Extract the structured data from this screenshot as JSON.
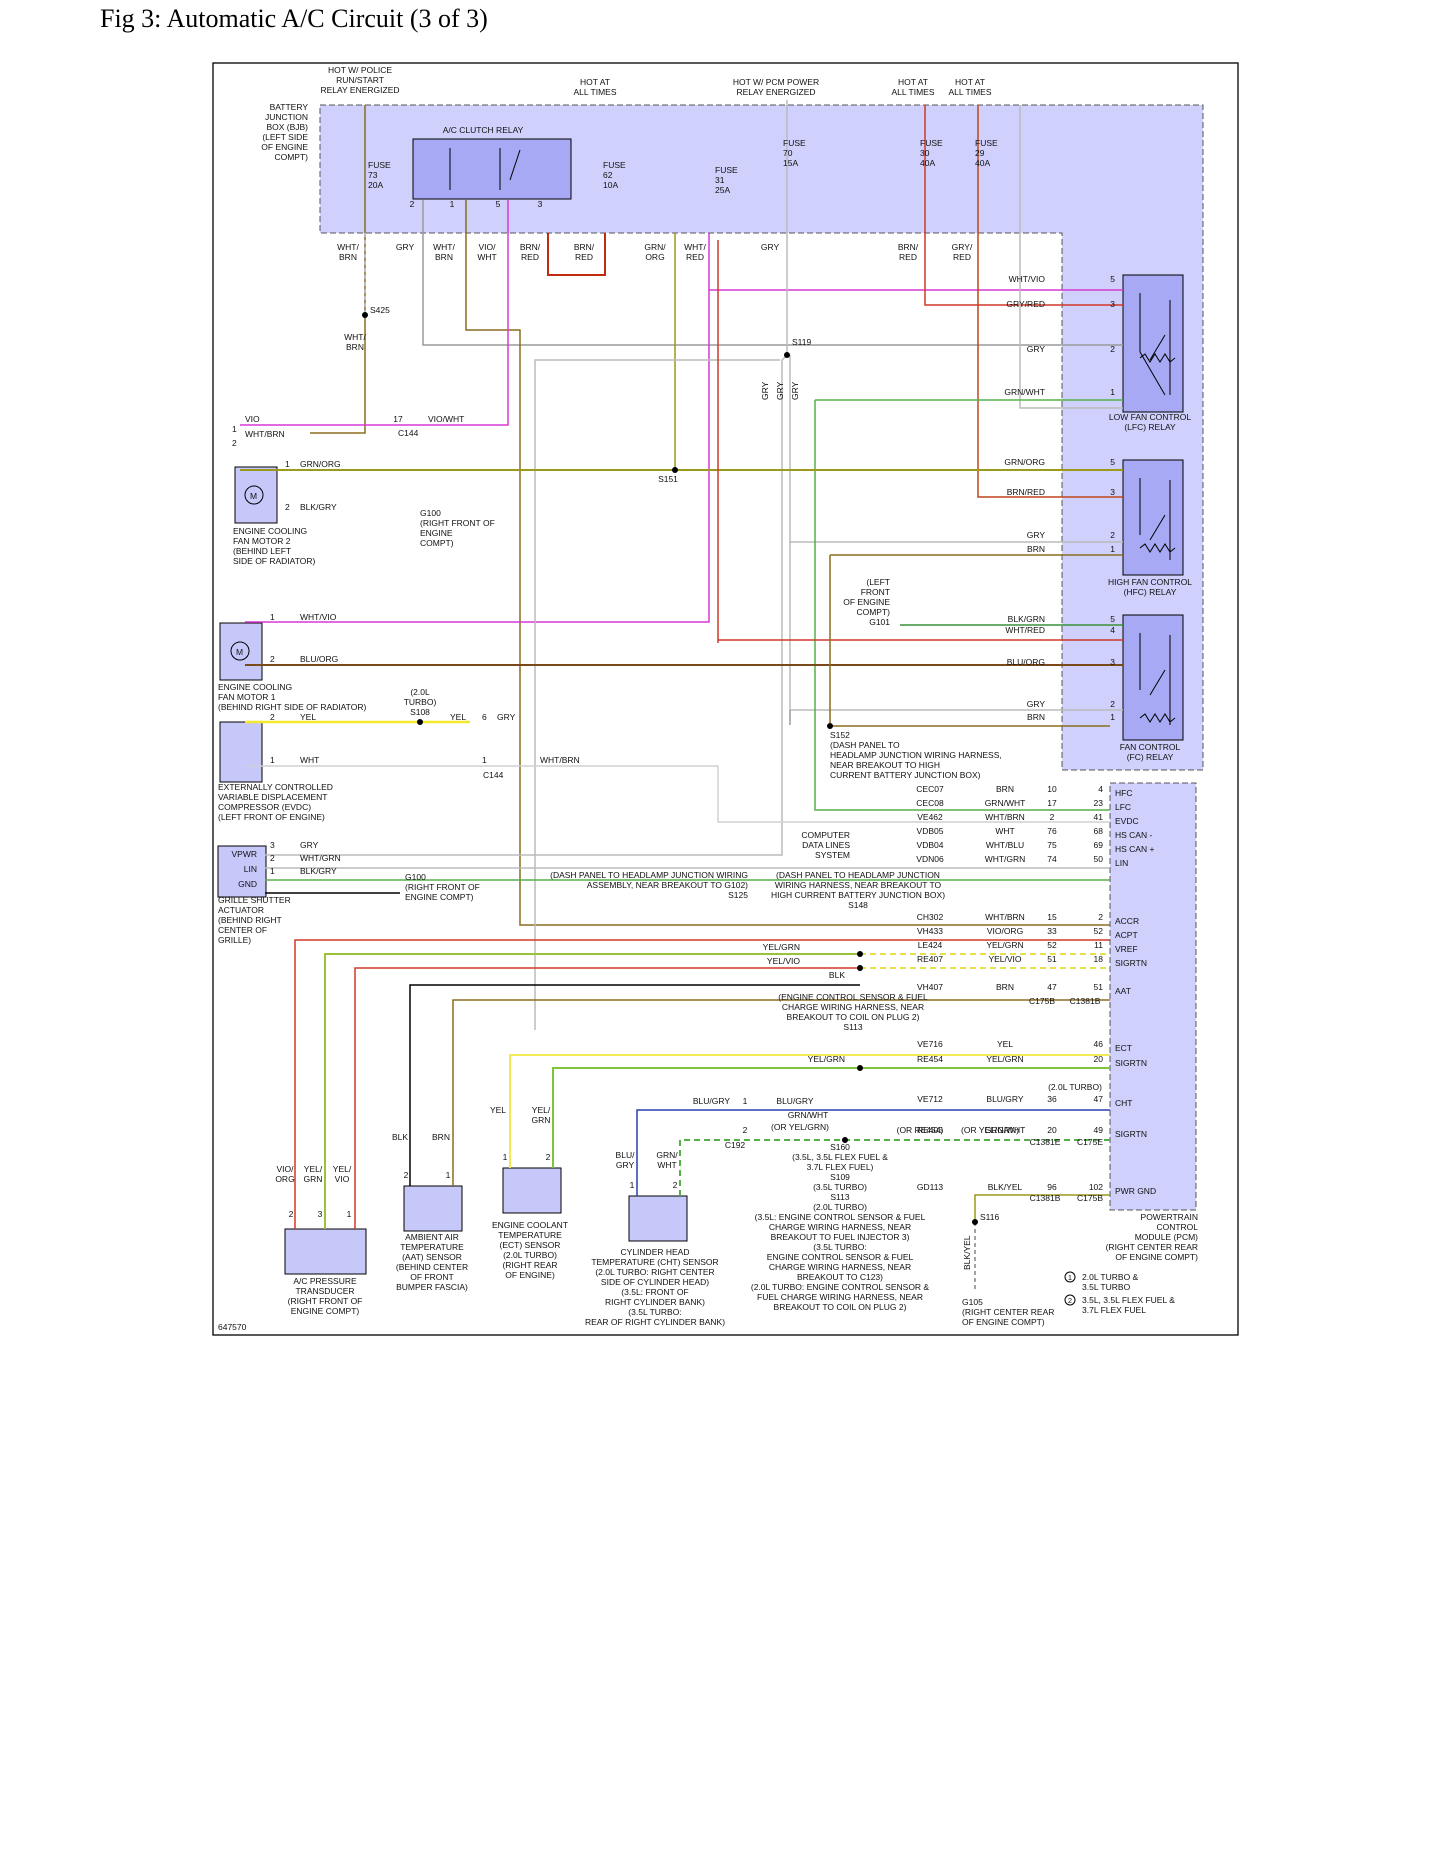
{
  "page": {
    "title": "Fig 3: Automatic A/C Circuit (3 of 3)"
  },
  "diagram": {
    "id_label": "647570",
    "bjb": {
      "lines": [
        "BATTERY",
        "JUNCTION",
        "BOX (BJB)",
        "(LEFT SIDE",
        "OF ENGINE",
        "COMPT)"
      ]
    },
    "feeds": [
      {
        "lines": [
          "HOT W/ POLICE",
          "RUN/START",
          "RELAY ENERGIZED"
        ]
      },
      {
        "lines": [
          "HOT AT",
          "ALL TIMES"
        ]
      },
      {
        "lines": [
          "HOT W/ PCM POWER",
          "RELAY ENERGIZED"
        ]
      },
      {
        "lines": [
          "HOT AT",
          "ALL TIMES"
        ]
      },
      {
        "lines": [
          "HOT AT",
          "ALL TIMES"
        ]
      }
    ],
    "fuses": [
      {
        "lines": [
          "FUSE",
          "73",
          "20A"
        ]
      },
      {
        "lines": [
          "FUSE",
          "62",
          "10A"
        ]
      },
      {
        "lines": [
          "FUSE",
          "31",
          "25A"
        ]
      },
      {
        "lines": [
          "FUSE",
          "70",
          "15A"
        ]
      },
      {
        "lines": [
          "FUSE",
          "30",
          "40A"
        ]
      },
      {
        "lines": [
          "FUSE",
          "29",
          "40A"
        ]
      }
    ],
    "ac_clutch_relay": {
      "label": "A/C CLUTCH RELAY",
      "pins": [
        "2",
        "1",
        "5",
        "3"
      ]
    },
    "bjb_wire_labels": [
      {
        "lines": [
          "WHT/",
          "BRN"
        ]
      },
      {
        "lines": [
          "GRY"
        ]
      },
      {
        "lines": [
          "WHT/",
          "BRN"
        ]
      },
      {
        "lines": [
          "VIO/",
          "WHT"
        ]
      },
      {
        "lines": [
          "BRN/",
          "RED"
        ]
      },
      {
        "lines": [
          "BRN/",
          "RED"
        ]
      },
      {
        "lines": [
          "GRN/",
          "ORG"
        ]
      },
      {
        "lines": [
          "WHT/",
          "RED"
        ]
      },
      {
        "lines": [
          "GRY"
        ]
      },
      {
        "lines": [
          "BRN/",
          "RED"
        ]
      },
      {
        "lines": [
          "GRY/",
          "RED"
        ]
      }
    ],
    "splices": {
      "s425": "S425",
      "s119": "S119",
      "s151": "S151",
      "s108": [
        "(2.0L",
        "TURBO)",
        "S108"
      ],
      "s152": [
        "S152",
        "(DASH PANEL TO",
        "HEADLAMP JUNCTION WIRING HARNESS,",
        "NEAR BREAKOUT TO HIGH",
        "CURRENT BATTERY JUNCTION BOX)"
      ],
      "s125": [
        "(DASH PANEL TO HEADLAMP JUNCTION WIRING",
        "ASSEMBLY, NEAR BREAKOUT TO G102)",
        "S125"
      ],
      "s148": [
        "(DASH PANEL TO HEADLAMP JUNCTION",
        "WIRING HARNESS, NEAR BREAKOUT TO",
        "HIGH CURRENT BATTERY JUNCTION BOX)",
        "S148"
      ],
      "s113": [
        "(ENGINE CONTROL SENSOR & FUEL",
        "CHARGE WIRING HARNESS, NEAR",
        "BREAKOUT TO COIL ON PLUG 2)",
        "S113"
      ],
      "s160": [
        "S160",
        "(3.5L, 3.5L FLEX FUEL &",
        "3.7L FLEX FUEL)",
        "S109",
        "(3.5L TURBO)",
        "S113",
        "(2.0L TURBO)",
        "(3.5L: ENGINE CONTROL SENSOR & FUEL",
        "CHARGE WIRING HARNESS, NEAR",
        "BREAKOUT TO FUEL INJECTOR 3)",
        "(3.5L TURBO:",
        "ENGINE CONTROL SENSOR & FUEL",
        "CHARGE WIRING HARNESS, NEAR",
        "BREAKOUT TO C123)",
        "(2.0L TURBO: ENGINE CONTROL SENSOR &",
        "FUEL CHARGE WIRING HARNESS, NEAR",
        "BREAKOUT TO COIL ON PLUG 2)"
      ],
      "s116": "S116"
    },
    "gry_vertical": [
      "GRY",
      "GRY",
      "GRY"
    ],
    "grounds": {
      "g100a": [
        "G100",
        "(RIGHT FRONT OF",
        "ENGINE",
        "COMPT)"
      ],
      "g100b": [
        "G100",
        "(RIGHT FRONT OF",
        "ENGINE COMPT)"
      ],
      "g101": [
        "(LEFT",
        "FRONT",
        "OF ENGINE",
        "COMPT)",
        "G101"
      ],
      "g105": [
        "G105",
        "(RIGHT CENTER REAR",
        "OF ENGINE COMPT)"
      ]
    },
    "c144_top": {
      "pin17": "17",
      "wire": "VIO/WHT",
      "conn": "C144",
      "vio": "VIO",
      "whtbrn": "WHT/BRN",
      "p1": "1",
      "p2": "2",
      "whtbrn2": [
        "WHT/",
        "BRN"
      ]
    },
    "fan_motor_2": {
      "lines": [
        "ENGINE COOLING",
        "FAN MOTOR 2",
        "(BEHIND LEFT",
        "SIDE OF RADIATOR)"
      ],
      "wires": [
        {
          "pin": "1",
          "color": "GRN/ORG"
        },
        {
          "pin": "2",
          "color": "BLK/GRY"
        }
      ]
    },
    "fan_motor_1": {
      "lines": [
        "ENGINE COOLING",
        "FAN MOTOR 1",
        "(BEHIND RIGHT SIDE OF RADIATOR)"
      ],
      "wires": [
        {
          "pin": "1",
          "color": "WHT/VIO"
        },
        {
          "pin": "2",
          "color": "BLU/ORG"
        }
      ]
    },
    "evdc": {
      "lines": [
        "EXTERNALLY CONTROLLED",
        "VARIABLE DISPLACEMENT",
        "COMPRESSOR (EVDC)",
        "(LEFT FRONT OF ENGINE)"
      ],
      "wires": [
        {
          "pin": "2",
          "color": "YEL"
        },
        {
          "pin": "1",
          "color": "WHT"
        }
      ],
      "yel2": "YEL",
      "pin6": "6",
      "gry": "GRY",
      "pin1": "1",
      "whtbrn": "WHT/BRN",
      "conn": "C144"
    },
    "grille": {
      "lines": [
        "GRILLE SHUTTER",
        "ACTUATOR",
        "(BEHIND RIGHT",
        "CENTER OF",
        "GRILLE)"
      ],
      "pins": [
        "VPWR",
        "LIN",
        "GND"
      ],
      "wires": [
        {
          "pin": "3",
          "color": "GRY"
        },
        {
          "pin": "2",
          "color": "WHT/GRN"
        },
        {
          "pin": "1",
          "color": "BLK/GRY"
        }
      ]
    },
    "relays": [
      {
        "lines": [
          "LOW FAN CONTROL",
          "(LFC) RELAY"
        ],
        "wires": [
          {
            "pin": "5",
            "color": "WHT/VIO"
          },
          {
            "pin": "3",
            "color": "GRY/RED"
          },
          {
            "pin": "2",
            "color": "GRY"
          },
          {
            "pin": "1",
            "color": "GRN/WHT"
          }
        ]
      },
      {
        "lines": [
          "HIGH FAN CONTROL",
          "(HFC) RELAY"
        ],
        "wires": [
          {
            "pin": "5",
            "color": "GRN/ORG"
          },
          {
            "pin": "3",
            "color": "BRN/RED"
          },
          {
            "pin": "2",
            "color": "GRY"
          },
          {
            "pin": "1",
            "color": "BRN"
          }
        ]
      },
      {
        "lines": [
          "FAN CONTROL",
          "(FC) RELAY"
        ],
        "wires": [
          {
            "pin": "5",
            "color": "BLK/GRN"
          },
          {
            "pin": "4",
            "color": "WHT/RED"
          },
          {
            "pin": "3",
            "color": "BLU/ORG"
          },
          {
            "pin": "2",
            "color": "GRY"
          },
          {
            "pin": "1",
            "color": "BRN"
          }
        ]
      }
    ],
    "pcm": {
      "lines": [
        "POWERTRAIN",
        "CONTROL",
        "MODULE (PCM)",
        "(RIGHT CENTER REAR",
        "OF ENGINE COMPT)"
      ],
      "rows": [
        {
          "circuit": "CEC07",
          "color": "BRN",
          "a": "10",
          "pin": "4",
          "func": "HFC"
        },
        {
          "circuit": "CEC08",
          "color": "GRN/WHT",
          "a": "17",
          "pin": "23",
          "func": "LFC"
        },
        {
          "circuit": "VE462",
          "color": "WHT/BRN",
          "a": "2",
          "pin": "41",
          "func": "EVDC"
        },
        {
          "circuit": "VDB05",
          "color": "WHT",
          "a": "76",
          "pin": "68",
          "func": "HS CAN -"
        },
        {
          "circuit": "VDB04",
          "color": "WHT/BLU",
          "a": "75",
          "pin": "69",
          "func": "HS CAN +"
        },
        {
          "circuit": "VDN06",
          "color": "WHT/GRN",
          "a": "74",
          "pin": "50",
          "func": "LIN"
        },
        {
          "circuit": "CH302",
          "color": "WHT/BRN",
          "a": "15",
          "pin": "2",
          "func": "ACCR"
        },
        {
          "circuit": "VH433",
          "color": "VIO/ORG",
          "a": "33",
          "pin": "52",
          "func": "ACPT"
        },
        {
          "circuit": "LE424",
          "color": "YEL/GRN",
          "a": "52",
          "pin": "11",
          "func": "VREF"
        },
        {
          "circuit": "RE407",
          "color": "YEL/VIO",
          "a": "51",
          "pin": "18",
          "func": "SIGRTN"
        },
        {
          "circuit": "VH407",
          "color": "BRN",
          "a": "47",
          "pin": "51",
          "func": "AAT"
        },
        {
          "circuit": "VE716",
          "color": "YEL",
          "a": "",
          "pin": "46",
          "func": "ECT"
        },
        {
          "circuit": "RE454",
          "color": "YEL/GRN",
          "a": "",
          "pin": "20",
          "func": "SIGRTN"
        },
        {
          "circuit": "VE712",
          "color": "BLU/GRY",
          "a": "36",
          "pin": "47",
          "func": "CHT"
        },
        {
          "circuit": "RE405",
          "color": "GRN/WHT",
          "a": "20",
          "pin": "49",
          "func": "SIGRTN"
        },
        {
          "circuit": "GD113",
          "color": "BLK/YEL",
          "a": "96",
          "pin": "102",
          "func": "PWR GND"
        }
      ],
      "conns": [
        "C175B",
        "C1381B",
        "C1381E",
        "C175E",
        "C1381B",
        "C175B"
      ],
      "or_re454": "(OR RE454)",
      "or_yelgrn": "(OR YEL/GRN)",
      "turbo20": "(2.0L TURBO)"
    },
    "comp_data": {
      "lines": [
        "COMPUTER",
        "DATA LINES",
        "SYSTEM"
      ]
    },
    "mid_wires": {
      "yelgrn": "YEL/GRN",
      "yelvio": "YEL/VIO",
      "blk": "BLK",
      "yelgrn2": "YEL/GRN"
    },
    "cht_wires": {
      "blugry": "BLU/GRY",
      "p1": "1",
      "blugry2": "BLU/GRY",
      "grnwht": "GRN/WHT",
      "orygrn": "(OR YEL/GRN)",
      "p2": "2",
      "conn": "C192"
    },
    "sensors": {
      "acpt": {
        "lines": [
          "A/C PRESSURE",
          "TRANSDUCER",
          "(RIGHT FRONT OF",
          "ENGINE COMPT)"
        ],
        "wires": [
          "VIO/",
          "ORG",
          "YEL/",
          "GRN",
          "YEL/",
          "VIO"
        ],
        "pins": [
          "2",
          "3",
          "1"
        ]
      },
      "aat": {
        "lines": [
          "AMBIENT AIR",
          "TEMPERATURE",
          "(AAT) SENSOR",
          "(BEHIND CENTER",
          "OF FRONT",
          "BUMPER FASCIA)"
        ],
        "wires": [
          "BLK",
          "BRN"
        ],
        "pins": [
          "2",
          "1"
        ]
      },
      "ect": {
        "lines": [
          "ENGINE COOLANT",
          "TEMPERATURE",
          "(ECT) SENSOR",
          "(2.0L TURBO)",
          "(RIGHT REAR",
          "OF ENGINE)"
        ],
        "wires": [
          "YEL",
          "YEL/",
          "GRN"
        ],
        "pins": [
          "1",
          "2"
        ]
      },
      "cht": {
        "lines": [
          "CYLINDER HEAD",
          "TEMPERATURE (CHT) SENSOR",
          "(2.0L TURBO: RIGHT CENTER",
          "SIDE OF CYLINDER HEAD)",
          "(3.5L: FRONT OF",
          "RIGHT CYLINDER BANK)",
          "(3.5L TURBO:",
          "REAR OF RIGHT CYLINDER BANK)"
        ],
        "wires": [
          "BLU/",
          "GRY",
          "GRN/",
          "WHT"
        ],
        "pins": [
          "1",
          "2"
        ]
      }
    },
    "g105_wire": "BLK/YEL",
    "legend": [
      {
        "num": "1",
        "lines": [
          "2.0L TURBO &",
          "3.5L TURBO"
        ]
      },
      {
        "num": "2",
        "lines": [
          "3.5L, 3.5L FLEX FUEL &",
          "3.7L FLEX FUEL"
        ]
      }
    ]
  }
}
